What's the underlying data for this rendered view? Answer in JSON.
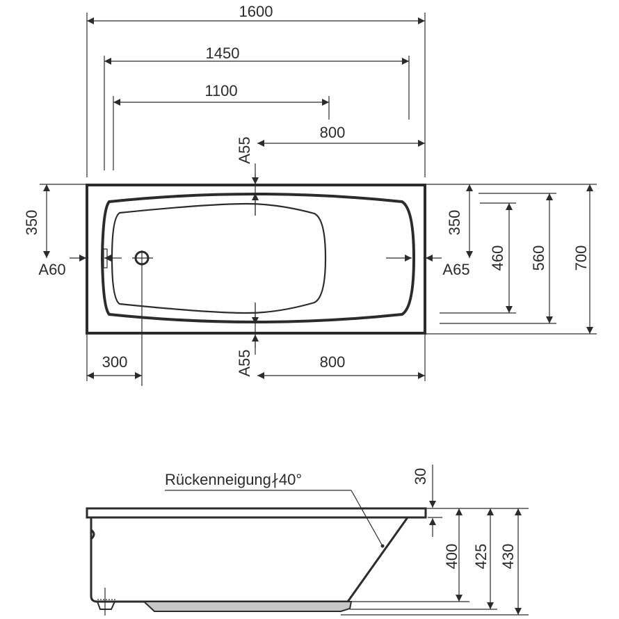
{
  "top_view": {
    "dims": {
      "overall_length": "1600",
      "length_1450": "1450",
      "length_1100": "1100",
      "top_800": "800",
      "bottom_800": "800",
      "drain_offset": "300",
      "left_350": "350",
      "right_350": "350",
      "width_460": "460",
      "width_560": "560",
      "width_700": "700"
    },
    "labels": {
      "a55_top": "A55",
      "a55_bottom": "A55",
      "a60": "A60",
      "a65": "A65"
    }
  },
  "side_view": {
    "backrest_label": "Rückenneigung∤40°",
    "dims": {
      "rim_30": "30",
      "height_400": "400",
      "height_425": "425",
      "height_430": "430"
    }
  },
  "colors": {
    "line": "#2b2b2e",
    "base_fill": "#c8c8c8"
  }
}
